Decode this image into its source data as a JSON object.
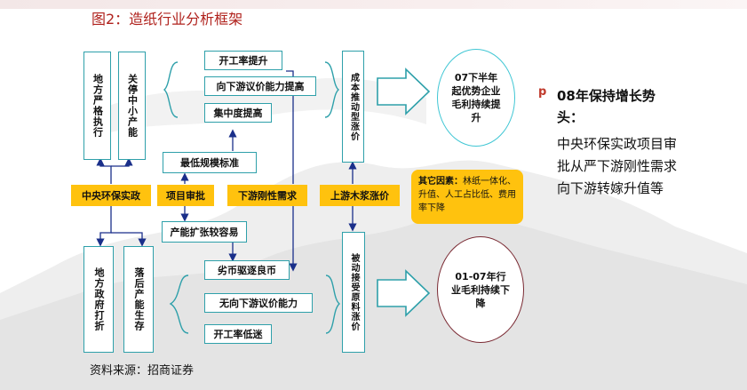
{
  "title": "图2：造纸行业分析框架",
  "source": "资料来源：招商证券",
  "boxes": {
    "local_strict": "地方严格执行",
    "close_small": "关停中小产能",
    "startup_up": "开工率提升",
    "bargain_up": "向下游议价能力提高",
    "concentration_up": "集中度提高",
    "min_scale": "最低规模标准",
    "cost_push": "成本推动型涨价",
    "capacity_easy": "产能扩张较容易",
    "local_gov_fight": "地方政府打折",
    "backward_survive": "落后产能生存",
    "bad_money": "劣币驱逐良币",
    "no_bargain": "无向下游议价能力",
    "startup_low": "开工率低迷",
    "passive_accept": "被动接受原料涨价"
  },
  "labels": {
    "central_env": "中央环保实政",
    "project_approval": "项目审批",
    "downstream_demand": "下游刚性需求",
    "upstream_pulp": "上游木浆涨价"
  },
  "outcomes": {
    "top": "07下半年起优势企业毛利持续提升",
    "bottom": "01-07年行业毛利持续下降"
  },
  "other_factors": {
    "label": "其它因素：",
    "text": "林纸一体化、升值、人工占比低、费用率下降"
  },
  "right_panel": {
    "bullet": "p",
    "heading": "08年保持增长势头：",
    "body": "中央环保实政项目审批从严下游刚性需求向下游转嫁升值等"
  },
  "colors": {
    "title": "#b0221d",
    "box_border": "#2ea0aa",
    "label_fill": "#ffc20e",
    "top_ellipse_border": "#3fc6d4",
    "bottom_ellipse_border": "#7a2a33",
    "arrow": "#1a2f8a"
  }
}
